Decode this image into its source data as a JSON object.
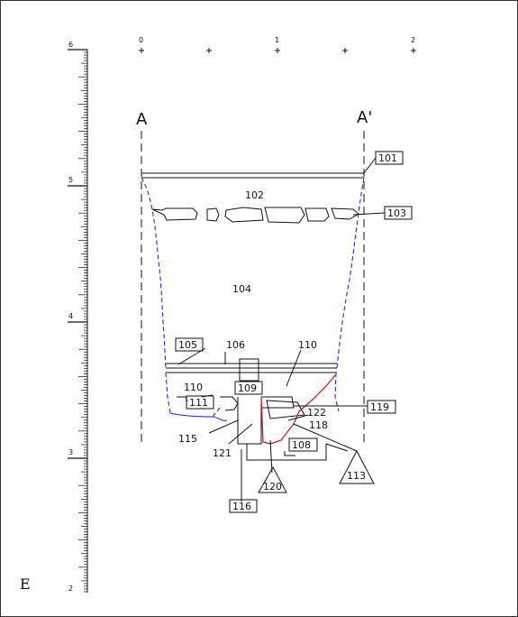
{
  "section": {
    "start_label": "A",
    "end_label": "A'"
  },
  "scale": {
    "horizontal_ticks": [
      "0",
      "1",
      "2"
    ],
    "vertical_ticks": [
      "6",
      "5",
      "4",
      "3",
      "2"
    ]
  },
  "corner_letter": "E",
  "contexts": {
    "c101": "101",
    "c102": "102",
    "c103": "103",
    "c104": "104",
    "c105": "105",
    "c106": "106",
    "c108": "108",
    "c109": "109",
    "c110a": "110",
    "c110b": "110",
    "c111": "111",
    "c113": "113",
    "c115": "115",
    "c116": "116",
    "c118": "118",
    "c119": "119",
    "c120": "120",
    "c121": "121",
    "c122": "122"
  }
}
